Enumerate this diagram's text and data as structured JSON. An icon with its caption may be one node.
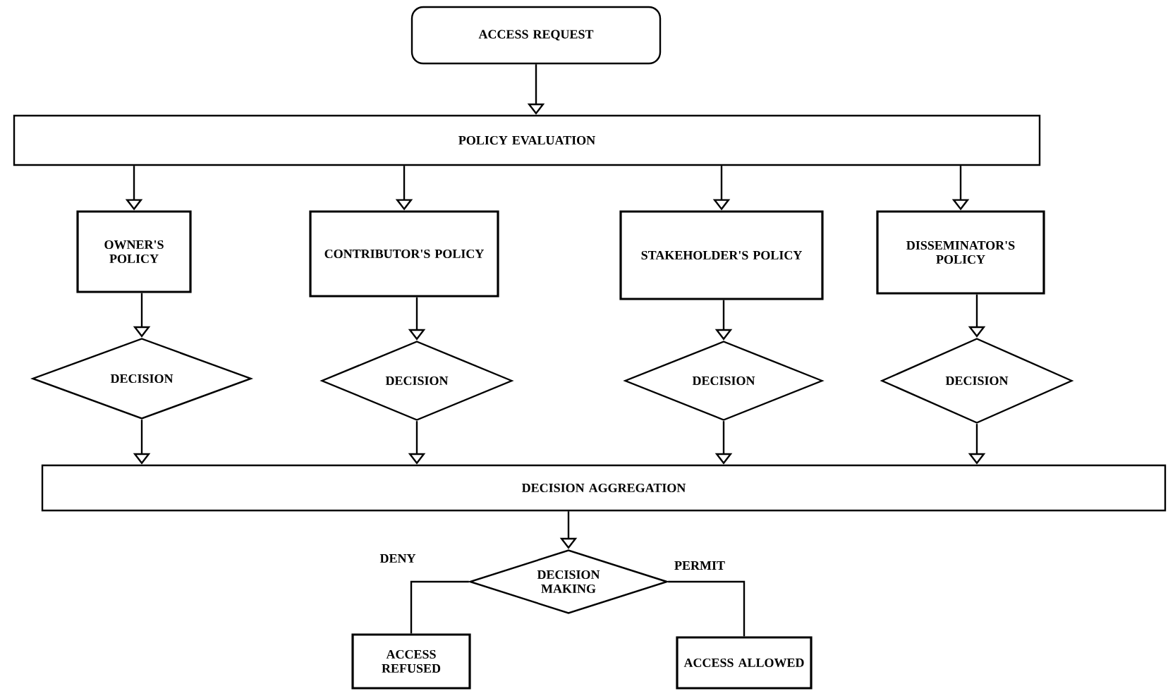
{
  "diagram": {
    "nodes": [
      {
        "text": [
          "ACCESS REQUEST"
        ]
      },
      {
        "text": [
          "POLICY EVALUATION"
        ]
      },
      {
        "text": [
          "OWNER'S POLICY"
        ]
      },
      {
        "text": [
          "CONTRIBUTOR'S POLICY"
        ]
      },
      {
        "text": [
          "STAKEHOLDER'S POLICY"
        ]
      },
      {
        "text": [
          "DISSEMINATOR'S POLICY"
        ]
      },
      {
        "text": [
          "DECISION"
        ]
      },
      {
        "text": [
          "DECISION"
        ]
      },
      {
        "text": [
          "DECISION"
        ]
      },
      {
        "text": [
          "DECISION"
        ]
      },
      {
        "text": [
          "DECISION AGGREGATION"
        ]
      },
      {
        "text": [
          "DECISION MAKING"
        ]
      },
      {
        "text": [
          "ACCESS REFUSED"
        ]
      },
      {
        "text": [
          "ACCESS ALLOWED"
        ]
      }
    ],
    "edges": [
      {
        "from": 0,
        "to": 1,
        "arrow": "to"
      },
      {
        "from": 1,
        "to": 2,
        "arrow": "to"
      },
      {
        "from": 1,
        "to": 3,
        "arrow": "to"
      },
      {
        "from": 1,
        "to": 4,
        "arrow": "to"
      },
      {
        "from": 1,
        "to": 5,
        "arrow": "to"
      },
      {
        "from": 2,
        "to": 6,
        "arrow": "to"
      },
      {
        "from": 3,
        "to": 7,
        "arrow": "to"
      },
      {
        "from": 4,
        "to": 8,
        "arrow": "to"
      },
      {
        "from": 5,
        "to": 9,
        "arrow": "to"
      },
      {
        "from": 6,
        "to": 10,
        "arrow": "to"
      },
      {
        "from": 7,
        "to": 10,
        "arrow": "to"
      },
      {
        "from": 8,
        "to": 10,
        "arrow": "to"
      },
      {
        "from": 9,
        "to": 10,
        "arrow": "to"
      },
      {
        "from": 10,
        "to": 11,
        "arrow": "to"
      },
      {
        "from": 11,
        "to": 12,
        "arrow": "none",
        "label": "DENY"
      },
      {
        "from": 11,
        "to": 13,
        "arrow": "none",
        "label": "PERMIT"
      }
    ]
  }
}
